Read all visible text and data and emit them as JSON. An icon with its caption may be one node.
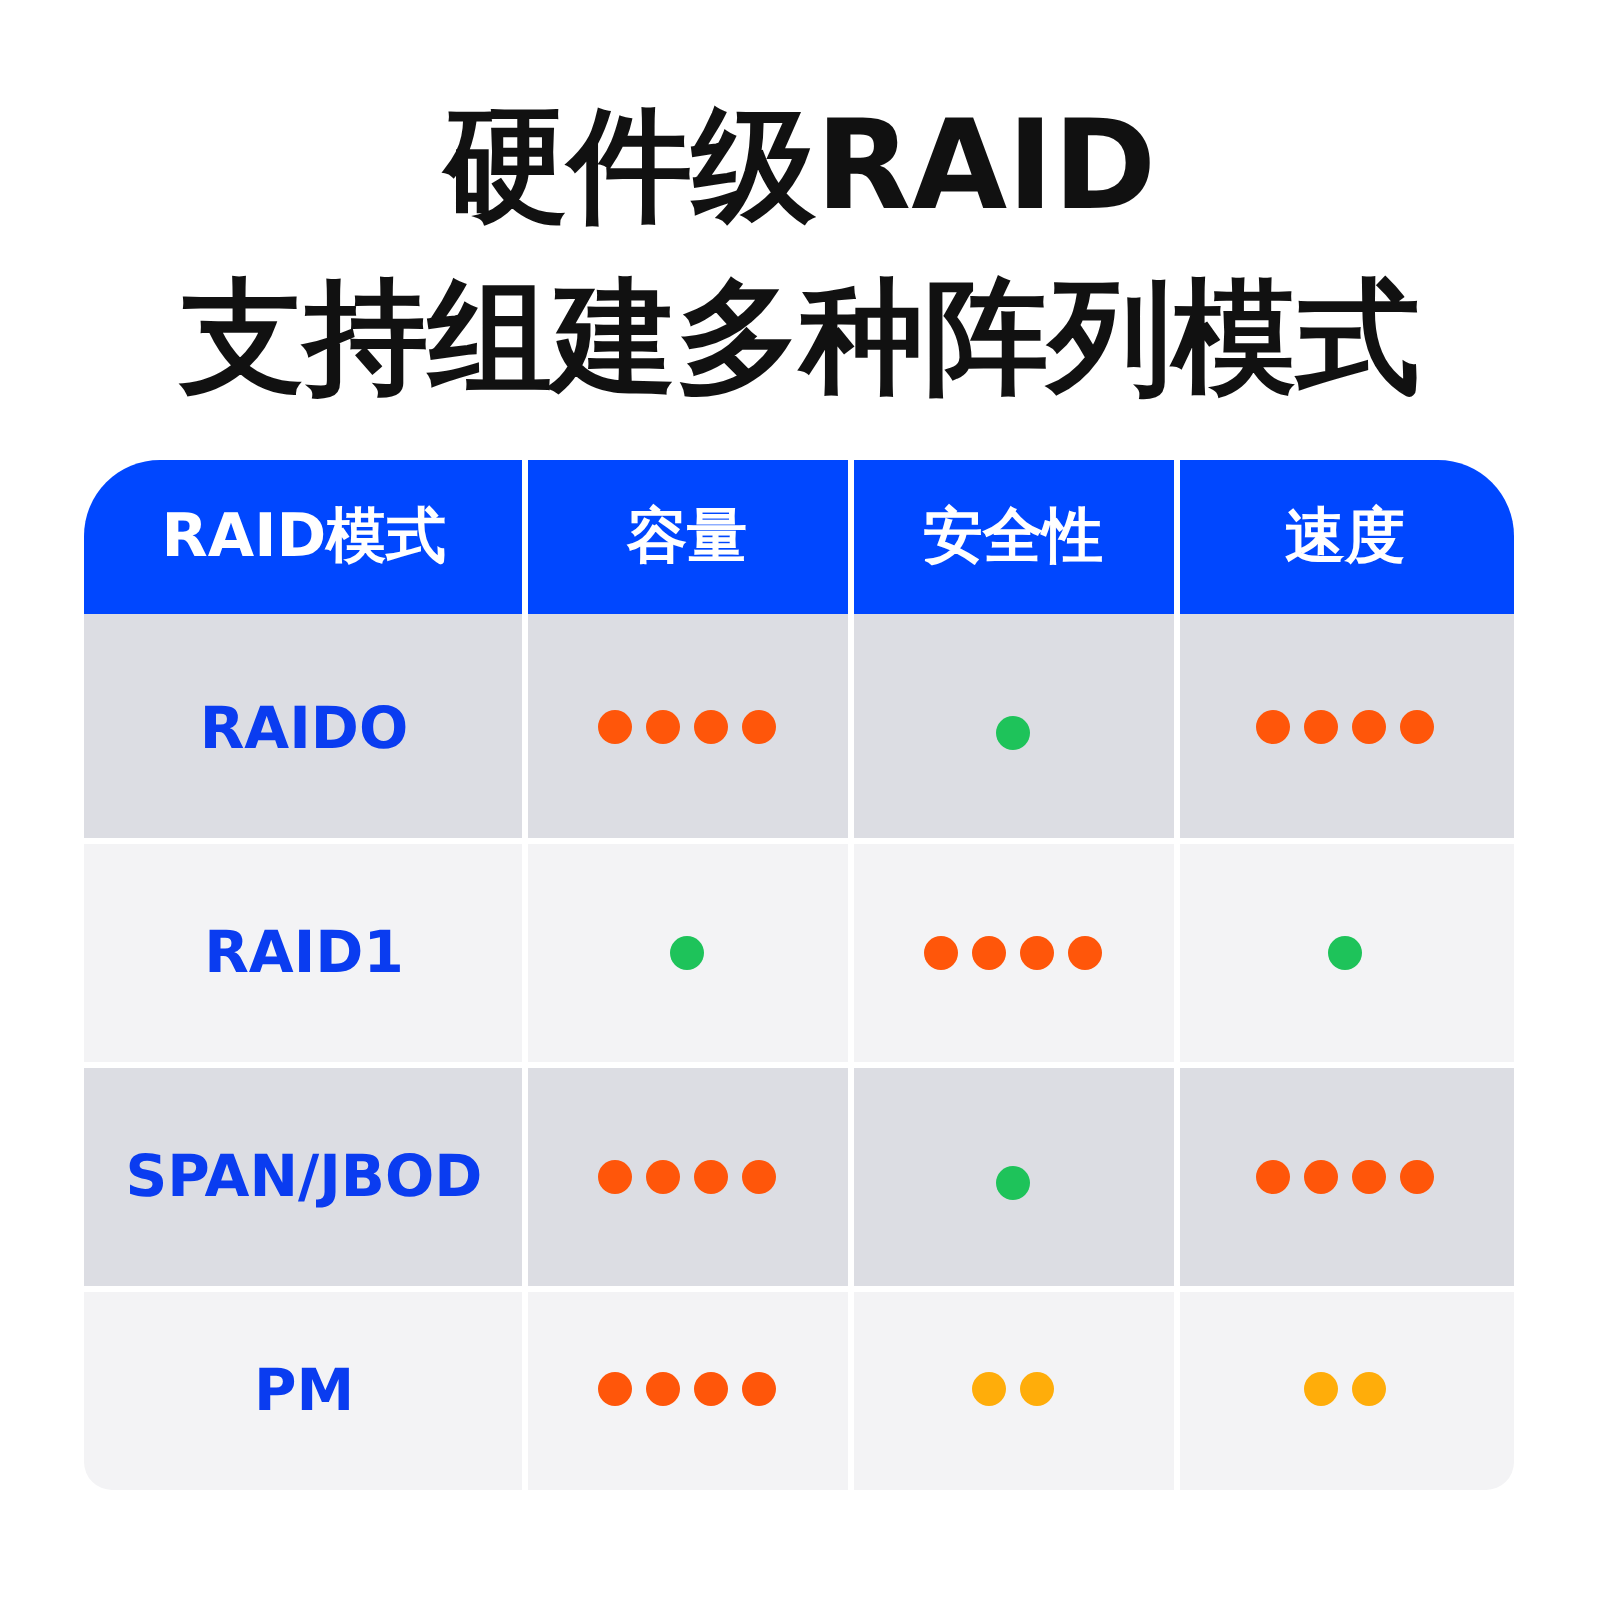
{
  "diagram": {
    "title": "硬件级RAID支持组建多种阵列模式",
    "nodes": [
      {
        "text": [],
        "shape": "circle"
      },
      {
        "text": [],
        "shape": "circle"
      },
      {
        "text": [],
        "shape": "circle"
      },
      {
        "text": [],
        "shape": "circle"
      },
      {
        "text": [],
        "shape": "circle"
      },
      {
        "text": [],
        "shape": "circle"
      },
      {
        "text": [],
        "shape": "circle"
      },
      {
        "text": [],
        "shape": "circle"
      },
      {
        "text": [],
        "shape": "circle"
      },
      {
        "text": [],
        "shape": "circle"
      },
      {
        "text": [],
        "shape": "circle"
      },
      {
        "text": [],
        "shape": "circle"
      },
      {
        "text": [],
        "shape": "circle"
      },
      {
        "text": [],
        "shape": "circle"
      },
      {
        "text": [],
        "shape": "circle"
      },
      {
        "text": [],
        "shape": "circle"
      },
      {
        "text": [],
        "shape": "circle"
      },
      {
        "text": [],
        "shape": "circle"
      },
      {
        "text": [],
        "shape": "circle"
      },
      {
        "text": [],
        "shape": "circle"
      },
      {
        "text": [],
        "shape": "circle"
      },
      {
        "text": [],
        "shape": "circle"
      },
      {
        "text": [],
        "shape": "circle"
      },
      {
        "text": [],
        "shape": "circle"
      },
      {
        "text": [],
        "shape": "circle"
      },
      {
        "text": [],
        "shape": "circle"
      },
      {
        "text": [],
        "shape": "circle"
      },
      {
        "text": [],
        "shape": "circle"
      },
      {
        "text": [],
        "shape": "circle"
      },
      {
        "text": [],
        "shape": "circle"
      },
      {
        "text": [],
        "shape": "circle"
      },
      {
        "text": [],
        "shape": "circle"
      }
    ],
    "edges": [],
    "labels": [
      "RAID模式",
      "容量",
      "安全性",
      "速度",
      "RAIDO",
      "RAID1",
      "SPAN/JBOD",
      "PM"
    ]
  }
}
